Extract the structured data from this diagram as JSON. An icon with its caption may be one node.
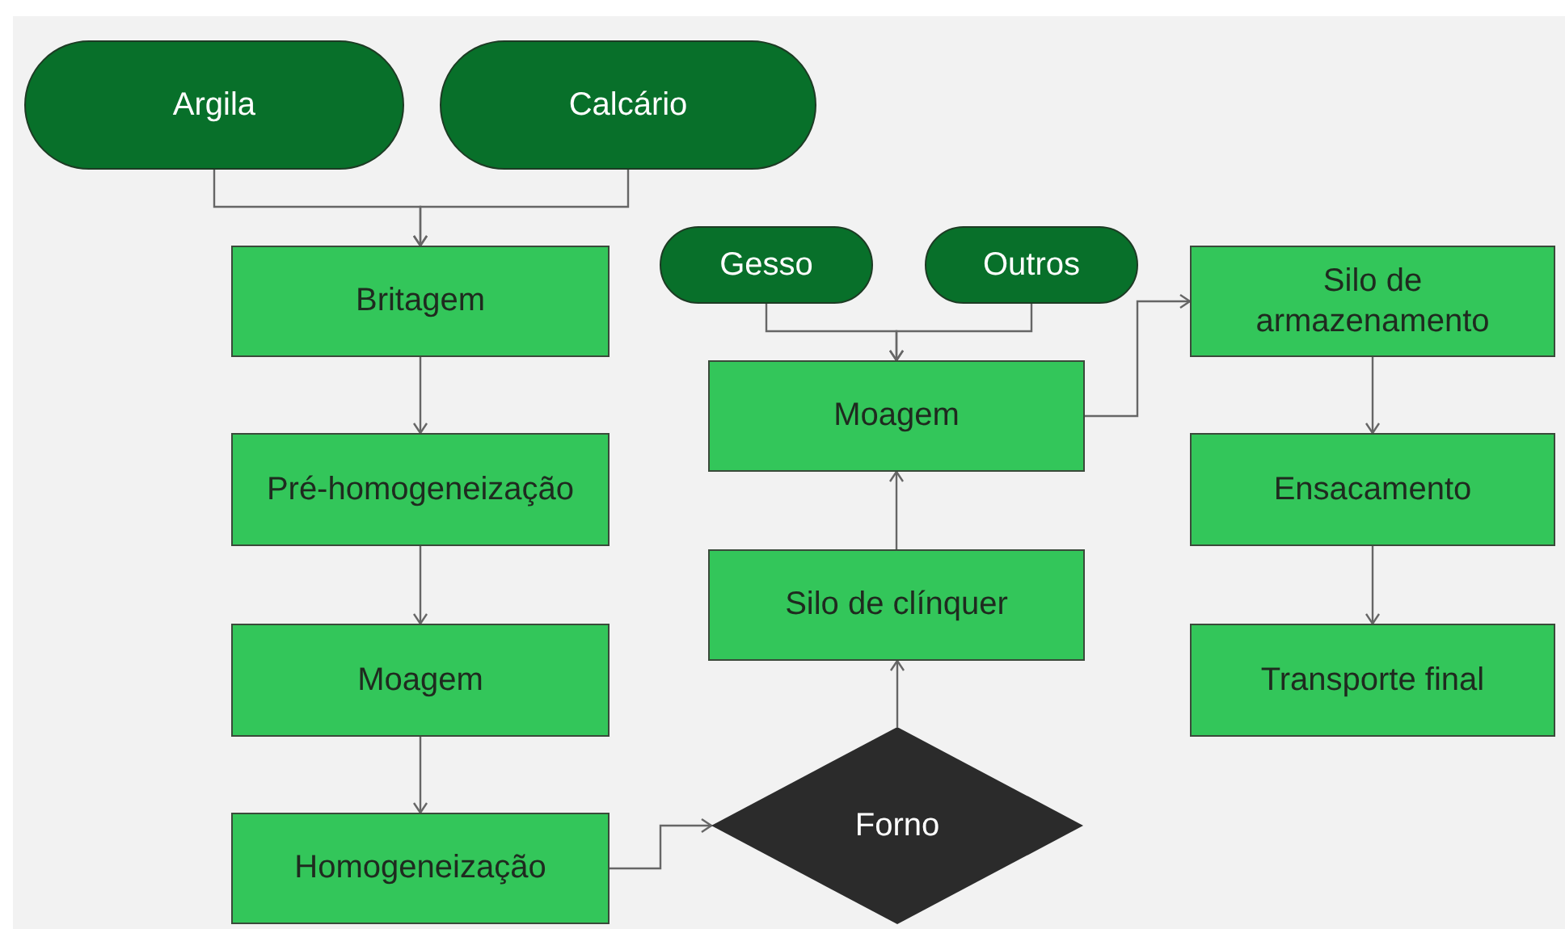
{
  "diagram": {
    "nodes": [
      {
        "text": [
          "Argila"
        ]
      },
      {
        "text": [
          "Calcário"
        ]
      },
      {
        "text": [
          "Britagem"
        ]
      },
      {
        "text": [
          "Pré-homogeneização"
        ]
      },
      {
        "text": [
          "Moagem"
        ]
      },
      {
        "text": [
          "Homogeneização"
        ]
      },
      {
        "text": [
          "Forno"
        ]
      },
      {
        "text": [
          "Silo de clínquer"
        ]
      },
      {
        "text": [
          "Moagem"
        ]
      },
      {
        "text": [
          "Gesso"
        ]
      },
      {
        "text": [
          "Outros"
        ]
      },
      {
        "text": [
          "Silo de armazenamento"
        ]
      },
      {
        "text": [
          "Ensacamento"
        ]
      },
      {
        "text": [
          "Transporte final"
        ]
      }
    ],
    "edges": [
      {
        "from": 0,
        "to": 2,
        "arrow": "to"
      },
      {
        "from": 1,
        "to": 2,
        "arrow": "to"
      },
      {
        "from": 2,
        "to": 3,
        "arrow": "to"
      },
      {
        "from": 3,
        "to": 4,
        "arrow": "to"
      },
      {
        "from": 4,
        "to": 5,
        "arrow": "to"
      },
      {
        "from": 5,
        "to": 6,
        "arrow": "to"
      },
      {
        "from": 6,
        "to": 7,
        "arrow": "to"
      },
      {
        "from": 7,
        "to": 8,
        "arrow": "to"
      },
      {
        "from": 9,
        "to": 8,
        "arrow": "to"
      },
      {
        "from": 10,
        "to": 8,
        "arrow": "to"
      },
      {
        "from": 8,
        "to": 11,
        "arrow": "to"
      },
      {
        "from": 11,
        "to": 12,
        "arrow": "to"
      },
      {
        "from": 12,
        "to": 13,
        "arrow": "to"
      }
    ]
  }
}
